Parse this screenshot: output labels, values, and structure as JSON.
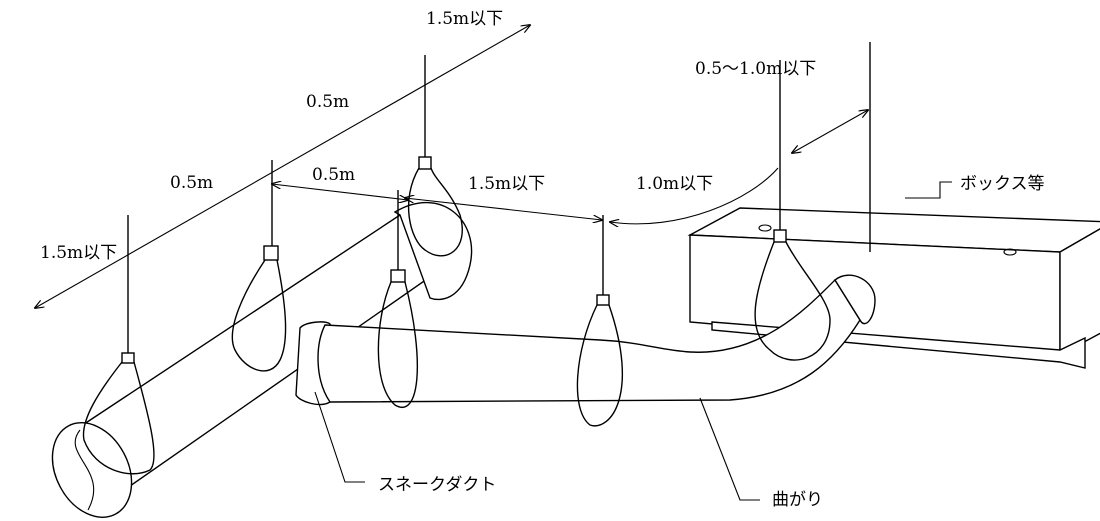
{
  "dimensions": {
    "top_far": "1.5m以下",
    "upper_mid": "0.5m",
    "left_mid": "0.5m",
    "center_mid": "0.5m",
    "left_far": "1.5m以下",
    "straight_run": "1.5m以下",
    "bend_run": "1.0m以下",
    "box_run": "0.5～1.0m以下"
  },
  "callouts": {
    "box": "ボックス等",
    "snake_duct": "スネークダクト",
    "bend": "曲がり"
  }
}
